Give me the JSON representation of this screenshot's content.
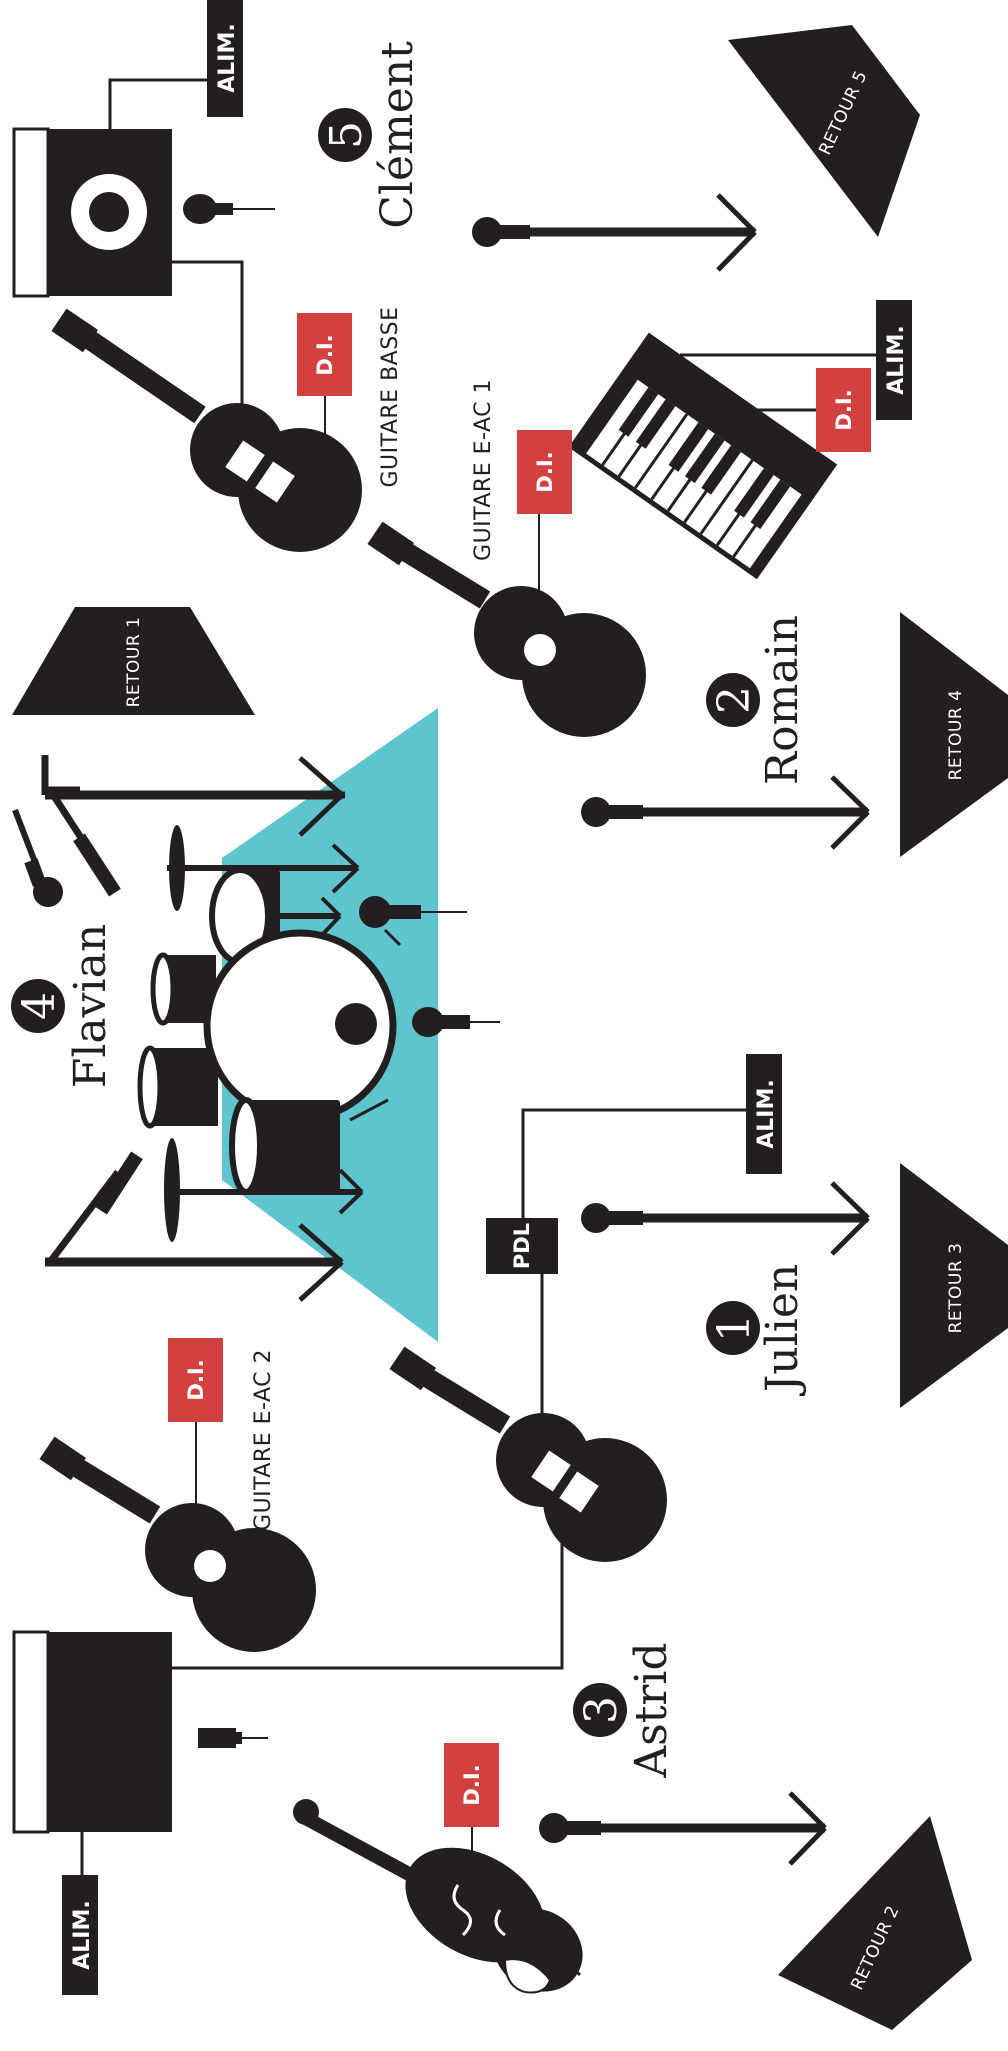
{
  "colors": {
    "ink": "#231f20",
    "di": "#d2403f",
    "drum_riser": "#5ec4cd",
    "paper": "#ffffff"
  },
  "labels": {
    "alim": "ALIM.",
    "di": "D.I.",
    "pdl": "PDL"
  },
  "retours": {
    "r1": "RETOUR 1",
    "r2": "RETOUR 2",
    "r3": "RETOUR 3",
    "r4": "RETOUR 4",
    "r5": "RETOUR 5"
  },
  "instruments": {
    "bass": "GUITARE BASSE",
    "eac1": "GUITARE E-AC 1",
    "eac2": "GUITARE E-AC 2"
  },
  "musicians": [
    {
      "number": "1",
      "name": "Julien"
    },
    {
      "number": "2",
      "name": "Romain"
    },
    {
      "number": "3",
      "name": "Astrid"
    },
    {
      "number": "4",
      "name": "Flavian"
    },
    {
      "number": "5",
      "name": "Clément"
    }
  ]
}
